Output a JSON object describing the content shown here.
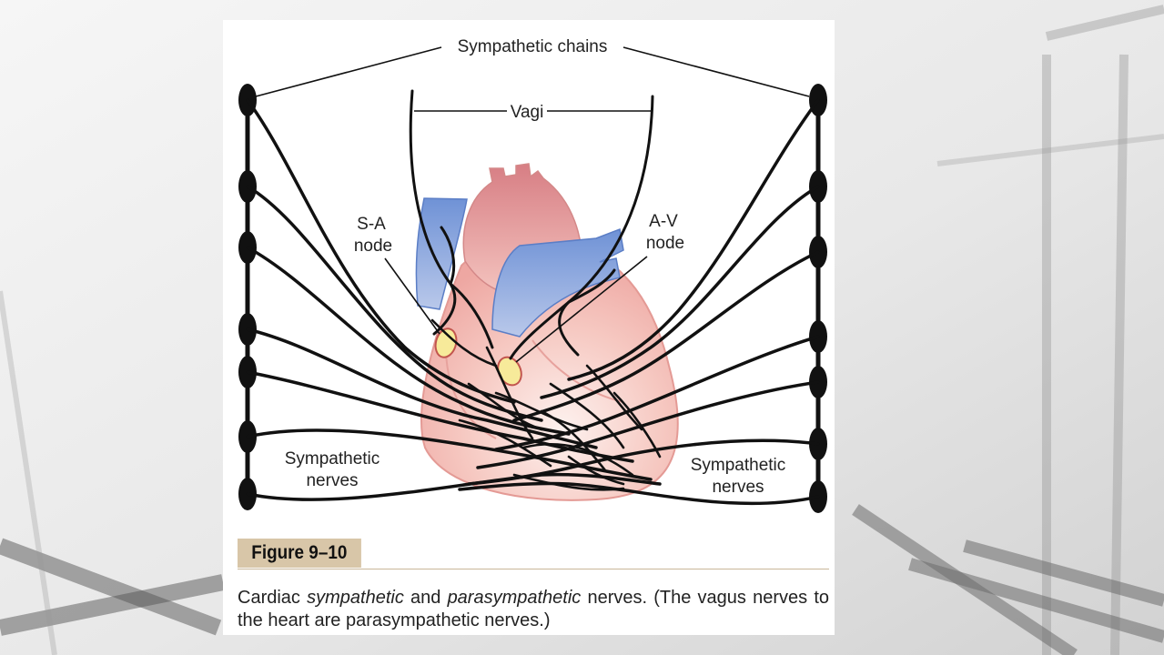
{
  "diagram": {
    "labels": {
      "sympathetic_chains": "Sympathetic chains",
      "vagi": "Vagi",
      "sa_node_line1": "S-A",
      "sa_node_line2": "node",
      "av_node_line1": "A-V",
      "av_node_line2": "node",
      "left_nerves_line1": "Sympathetic",
      "left_nerves_line2": "nerves",
      "right_nerves_line1": "Sympathetic",
      "right_nerves_line2": "nerves"
    },
    "colors": {
      "heart": "#f2b6ae",
      "aorta": "#dc8d8f",
      "veins": "#7f9fd6",
      "nodes": "#f7ea9a",
      "nerves": "#111111"
    }
  },
  "figure": {
    "label": "Figure 9–10",
    "caption": {
      "part1": "Cardiac ",
      "em1": "sympathetic",
      "part2": " and ",
      "em2": "parasympathetic",
      "part3": " nerves. (The vagus nerves to the heart are parasympathetic nerves.)"
    }
  }
}
